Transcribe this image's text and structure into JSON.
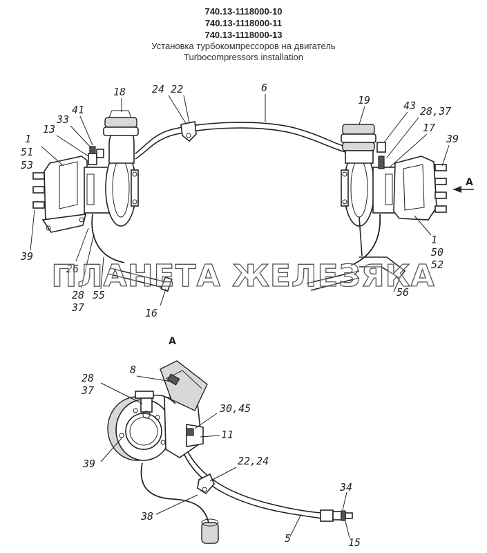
{
  "header": {
    "codes": [
      "740.13-1118000-10",
      "740.13-1118000-11",
      "740.13-1118000-13"
    ],
    "title_ru": "Установка турбокомпрессоров на двигатель",
    "title_en": "Turbocompressors installation"
  },
  "watermark": "ПЛАНЕТА ЖЕЛЕЗЯКА",
  "view_marks": {
    "arrow": "A",
    "section": "A"
  },
  "callouts_main": {
    "l1_left": "1",
    "l51": "51",
    "l53": "53",
    "l13": "13",
    "l33": "33",
    "l41": "41",
    "l18": "18",
    "l24_22": "24 22",
    "l6": "6",
    "l19": "19",
    "l43": "43",
    "l28_37_r": "28,37",
    "l17": "17",
    "l39_r": "39",
    "l1_right": "1",
    "l50": "50",
    "l52": "52",
    "l39_l": "39",
    "l26": "26",
    "l28_l": "28",
    "l37_l": "37",
    "l55": "55",
    "l16": "16",
    "l56": "56"
  },
  "callouts_view": {
    "l8": "8",
    "l28": "28",
    "l37": "37",
    "l30_45": "30,45",
    "l11": "11",
    "l39": "39",
    "l22_24": "22,24",
    "l38": "38",
    "l34": "34",
    "l5": "5",
    "l15": "15"
  }
}
